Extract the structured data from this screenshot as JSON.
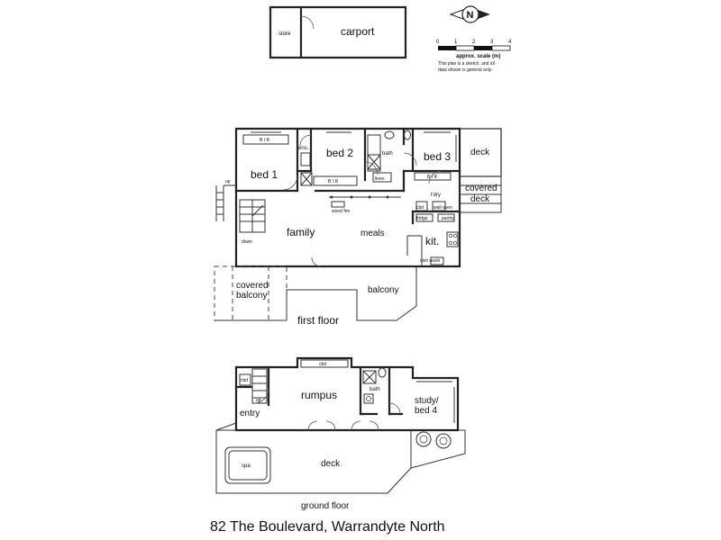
{
  "address": "82 The Boulevard, Warrandyte North",
  "scale": {
    "ticks": [
      "0",
      "1",
      "2",
      "3",
      "4"
    ],
    "title": "approx. scale (m)",
    "note_line1": "This plan is a sketch, and all",
    "note_line2": "data shown is general only."
  },
  "compass": {
    "letter": "N"
  },
  "outbuilding": {
    "store": "store",
    "carport": "carport"
  },
  "first_floor": {
    "label": "first floor",
    "rooms": {
      "bed1": "bed 1",
      "ens": "ens.",
      "bed2": "bed 2",
      "bath": "bath",
      "bed3": "bed 3",
      "deck": "deck",
      "covered_deck_1": "covered",
      "covered_deck_2": "deck",
      "ldry": "l'dry",
      "family": "family",
      "meals": "meals",
      "kit": "kit.",
      "covered_balcony_1": "covered",
      "covered_balcony_2": "balcony",
      "balcony": "balcony"
    },
    "small": {
      "bir_bed1": "B I R",
      "bir_bed2": "B I R",
      "bir_bed3": "B I R",
      "linen": "linen",
      "up": "up",
      "down": "down",
      "wood_fire": "wood fire",
      "fridge": "fridge",
      "pantry": "pantry",
      "cbd": "cbd",
      "wall_oven": "wall oven",
      "dish_wash": "dish wash"
    }
  },
  "ground_floor": {
    "label": "ground floor",
    "rooms": {
      "rumpus": "rumpus",
      "bath": "bath",
      "study_1": "study/",
      "study_2": "bed 4",
      "entry": "entry",
      "spa": "spa",
      "deck": "deck"
    },
    "small": {
      "cbd_rumpus": "cbd",
      "cbd_entry": "cbd",
      "up": "up"
    }
  }
}
